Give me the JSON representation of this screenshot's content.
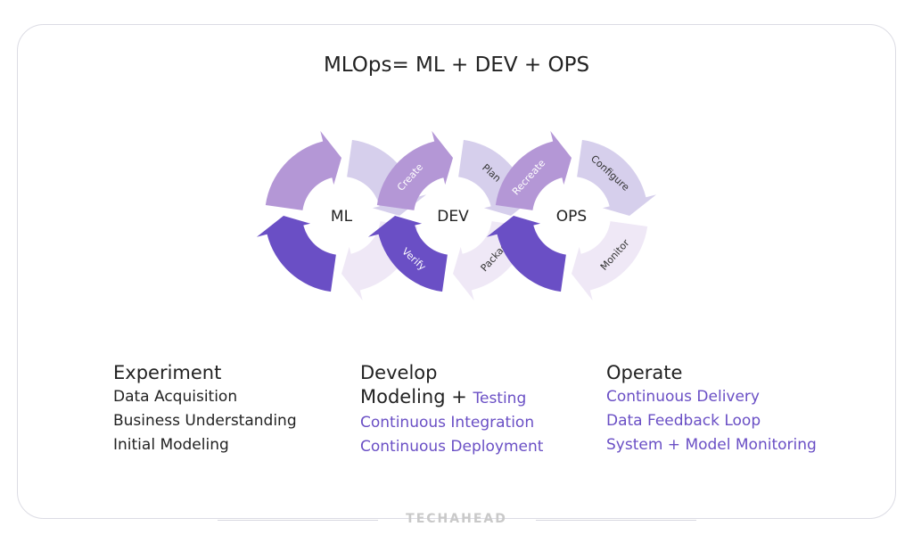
{
  "title": "MLOps= ML + DEV + OPS",
  "cycles": [
    {
      "name": "ML",
      "labels": [
        "",
        "",
        "",
        ""
      ]
    },
    {
      "name": "DEV",
      "labels": [
        "Create",
        "Plan",
        "Package",
        "Verify"
      ]
    },
    {
      "name": "OPS",
      "labels": [
        "Recreate",
        "Configure",
        "Monitor",
        ""
      ]
    }
  ],
  "colors": {
    "tl": "#b497d6",
    "tr": "#d6cfec",
    "br": "#efe8f6",
    "bl": "#6a4fc5",
    "accent": "#6a4fc5"
  },
  "columns": [
    {
      "heading": "Experiment",
      "lines": [
        {
          "a": "Data Acquisition"
        },
        {
          "a": "Business Understanding"
        },
        {
          "a": "Initial Modeling"
        }
      ]
    },
    {
      "heading": "Develop",
      "lines": [
        {
          "a": "Modeling + ",
          "b": "Testing"
        },
        {
          "b": "Continuous Integration"
        },
        {
          "b": "Continuous Deployment"
        }
      ]
    },
    {
      "heading": "Operate",
      "lines": [
        {
          "b": "Continuous Delivery"
        },
        {
          "b": "Data Feedback Loop"
        },
        {
          "b": "System + Model Monitoring"
        }
      ]
    }
  ],
  "brand": "TECHAHEAD"
}
